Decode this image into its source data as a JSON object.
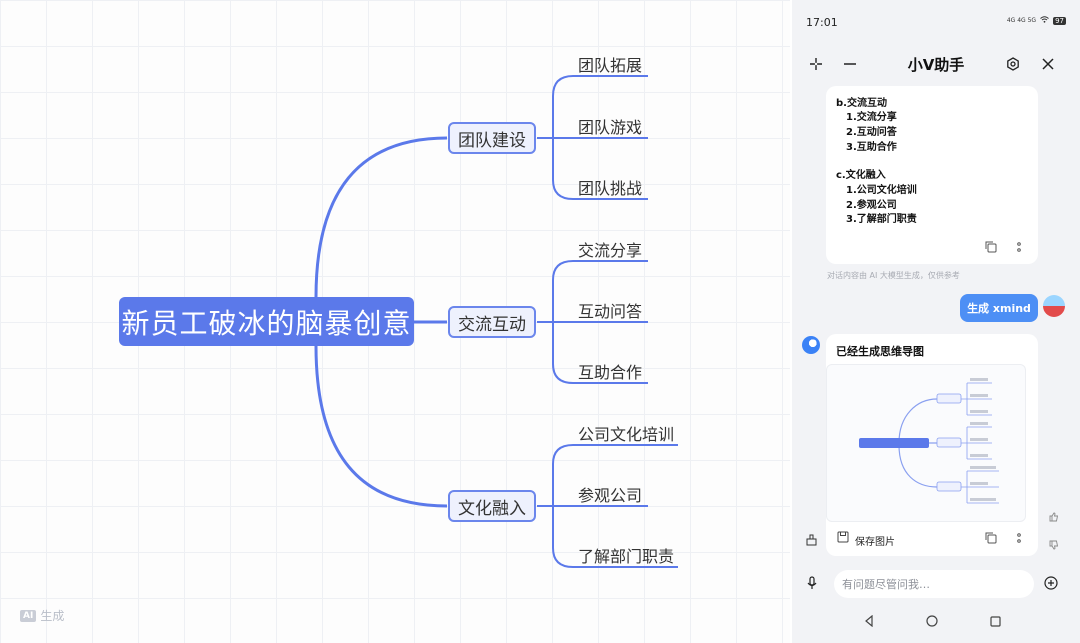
{
  "mindmap": {
    "root": "新员工破冰的脑暴创意",
    "branches": [
      {
        "label": "团队建设",
        "leaves": [
          "团队拓展",
          "团队游戏",
          "团队挑战"
        ]
      },
      {
        "label": "交流互动",
        "leaves": [
          "交流分享",
          "互动问答",
          "互助合作"
        ]
      },
      {
        "label": "文化融入",
        "leaves": [
          "公司文化培训",
          "参观公司",
          "了解部门职责"
        ]
      }
    ],
    "ai_box": "AI",
    "ai_text": "生成",
    "line_color": "#5b79ea"
  },
  "phone": {
    "status": {
      "time": "17:01",
      "signal": "4G 4G 5G",
      "battery": "97"
    },
    "header": {
      "title": "小V助手"
    },
    "message": {
      "lines": [
        "b.交流互动",
        "1.交流分享",
        "2.互动问答",
        "3.互助合作",
        "c.文化融入",
        "1.公司文化培训",
        "2.参观公司",
        "3.了解部门职责"
      ]
    },
    "disclaimer": "对话内容由 AI 大模型生成，仅供参考",
    "user_message": "生成 xmind",
    "reply": {
      "title": "已经生成思维导图",
      "save_label": "保存图片"
    },
    "input_placeholder": "有问题尽管问我…"
  },
  "colors": {
    "accent": "#5b79ea",
    "bubble": "#4d8ff5"
  }
}
